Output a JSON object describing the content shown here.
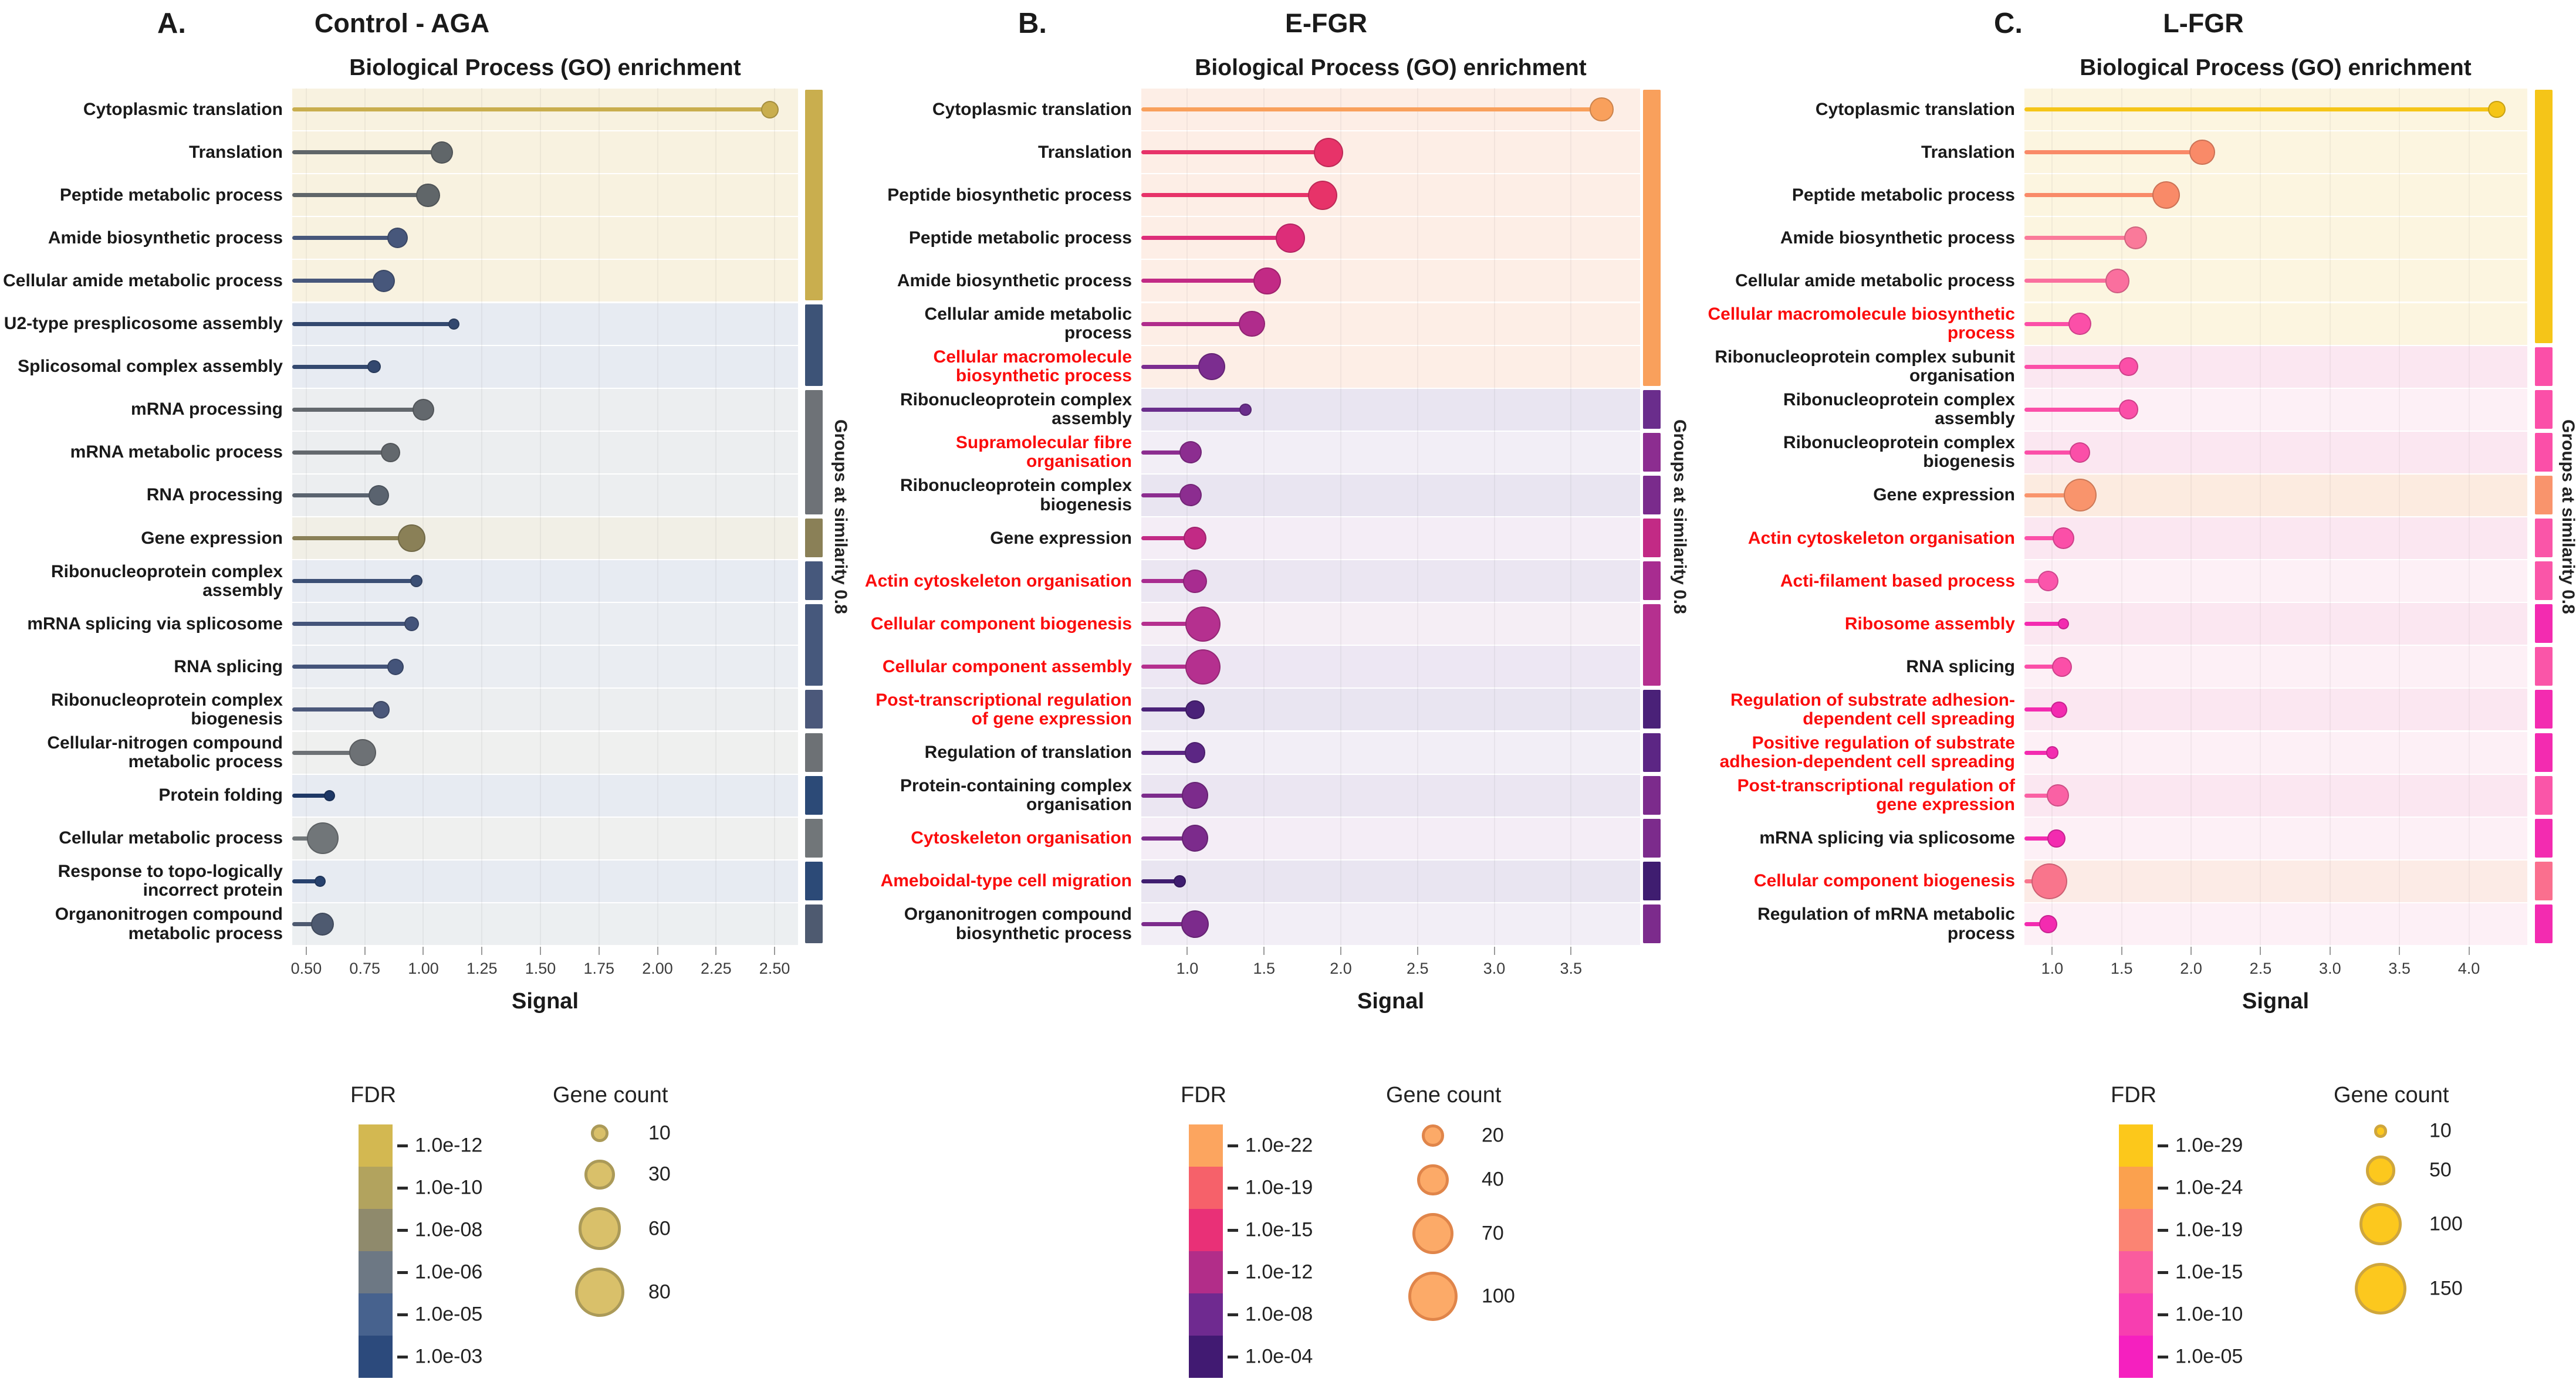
{
  "chart_data": [
    {
      "type": "lollipop",
      "panel_letter": "A.",
      "panel_title": "Control - AGA",
      "title": "Biological Process (GO) enrichment",
      "xlabel": "Signal",
      "right_axis_label": "Groups at similarity 0.8",
      "xlim": [
        0.44,
        2.6
      ],
      "xticks": [
        "0.50",
        "0.75",
        "1.00",
        "1.25",
        "1.50",
        "1.75",
        "2.00",
        "2.25",
        "2.50"
      ],
      "grid": true,
      "legend_position": "bottom",
      "dot_scale": 6.0,
      "legend_fdr": {
        "title": "FDR",
        "entries": [
          {
            "label": "1.0e-12",
            "color": "#d3b851"
          },
          {
            "label": "1.0e-10",
            "color": "#b2a35e"
          },
          {
            "label": "1.0e-08",
            "color": "#8f8a6c"
          },
          {
            "label": "1.0e-06",
            "color": "#6d7884"
          },
          {
            "label": "1.0e-05",
            "color": "#47628e"
          },
          {
            "label": "1.0e-03",
            "color": "#2c4a7c"
          }
        ]
      },
      "legend_count": {
        "title": "Gene count",
        "sizes": [
          10,
          30,
          60,
          80
        ],
        "fill": "#d9c06a",
        "stroke": "#ab9a58",
        "bubble_scale": 9.4
      },
      "rows": [
        {
          "label": "Cytoplasmic translation",
          "red": false,
          "signal": 2.48,
          "gene_count": 25,
          "color": "#c9ae4e",
          "band": "#f8f2e0",
          "bar": "#c9ae4e",
          "group": 1
        },
        {
          "label": "Translation",
          "red": false,
          "signal": 1.08,
          "gene_count": 40,
          "color": "#606669",
          "band": "#f8f2e0",
          "bar": "#c9ae4e",
          "group": 1
        },
        {
          "label": "Peptide metabolic process",
          "red": false,
          "signal": 1.02,
          "gene_count": 45,
          "color": "#606669",
          "band": "#f8f2e0",
          "bar": "#c9ae4e",
          "group": 1
        },
        {
          "label": "Amide biosynthetic process",
          "red": false,
          "signal": 0.89,
          "gene_count": 34,
          "color": "#47577b",
          "band": "#f8f2e0",
          "bar": "#c9ae4e",
          "group": 1
        },
        {
          "label": "Cellular amide metabolic process",
          "red": false,
          "signal": 0.83,
          "gene_count": 40,
          "color": "#47577b",
          "band": "#f8f2e0",
          "bar": "#c9ae4e",
          "group": 1
        },
        {
          "label": "U2-type presplicosome assembly",
          "red": false,
          "signal": 1.13,
          "gene_count": 10,
          "color": "#33486f",
          "band": "#e7ebf2",
          "bar": "#3d5377",
          "group": 2
        },
        {
          "label": "Splicosomal complex assembly",
          "red": false,
          "signal": 0.79,
          "gene_count": 14,
          "color": "#33486f",
          "band": "#e7ebf2",
          "bar": "#3d5377",
          "group": 2
        },
        {
          "label": "mRNA processing",
          "red": false,
          "signal": 1.0,
          "gene_count": 38,
          "color": "#63686d",
          "band": "#eceef0",
          "bar": "#6e7277",
          "group": 3
        },
        {
          "label": "mRNA metabolic process",
          "red": false,
          "signal": 0.86,
          "gene_count": 30,
          "color": "#63686d",
          "band": "#eceef0",
          "bar": "#6e7277",
          "group": 3
        },
        {
          "label": "RNA processing",
          "red": false,
          "signal": 0.81,
          "gene_count": 34,
          "color": "#5a636f",
          "band": "#eceef0",
          "bar": "#6e7277",
          "group": 3
        },
        {
          "label": "Gene expression",
          "red": false,
          "signal": 0.95,
          "gene_count": 60,
          "color": "#8a8057",
          "band": "#f1efe6",
          "bar": "#8a8057",
          "group": 4
        },
        {
          "label": "Ribonucleoprotein complex assembly",
          "red": false,
          "signal": 0.97,
          "gene_count": 13,
          "color": "#3b4f75",
          "band": "#e7ebf2",
          "bar": "#46587c",
          "group": 5
        },
        {
          "label": "mRNA splicing via splicosome",
          "red": false,
          "signal": 0.95,
          "gene_count": 18,
          "color": "#44547a",
          "band": "#eaedf2",
          "bar": "#46587c",
          "group": 6
        },
        {
          "label": "RNA splicing",
          "red": false,
          "signal": 0.88,
          "gene_count": 22,
          "color": "#44547a",
          "band": "#eaedf2",
          "bar": "#46587c",
          "group": 6
        },
        {
          "label": "Ribonucleoprotein complex biogenesis",
          "red": false,
          "signal": 0.82,
          "gene_count": 24,
          "color": "#4b587a",
          "band": "#eceef0",
          "bar": "#4b587a",
          "group": 7
        },
        {
          "label": "Cellular-nitrogen compound metabolic process",
          "red": false,
          "signal": 0.74,
          "gene_count": 58,
          "color": "#6d7175",
          "band": "#eff0ef",
          "bar": "#6d7175",
          "group": 8
        },
        {
          "label": "Protein folding",
          "red": false,
          "signal": 0.6,
          "gene_count": 10,
          "color": "#1e3866",
          "band": "#e7ebf2",
          "bar": "#2c4a77",
          "group": 9
        },
        {
          "label": "Cellular metabolic process",
          "red": false,
          "signal": 0.57,
          "gene_count": 80,
          "color": "#717679",
          "band": "#eff0ef",
          "bar": "#717679",
          "group": 10
        },
        {
          "label": "Response to topo-logically incorrect protein",
          "red": false,
          "signal": 0.56,
          "gene_count": 10,
          "color": "#27416e",
          "band": "#e7ebf2",
          "bar": "#2c4a77",
          "group": 11
        },
        {
          "label": "Organonitrogen compound metabolic process",
          "red": false,
          "signal": 0.57,
          "gene_count": 42,
          "color": "#4e5a70",
          "band": "#eceff1",
          "bar": "#4e5a70",
          "group": 12
        }
      ]
    },
    {
      "type": "lollipop",
      "panel_letter": "B.",
      "panel_title": "E-FGR",
      "title": "Biological Process (GO) enrichment",
      "xlabel": "Signal",
      "right_axis_label": "Groups at similarity 0.8",
      "xlim": [
        0.7,
        3.95
      ],
      "xticks": [
        "1.0",
        "1.5",
        "2.0",
        "2.5",
        "3.0",
        "3.5"
      ],
      "grid": true,
      "legend_position": "bottom",
      "dot_scale": 6.0,
      "legend_fdr": {
        "title": "FDR",
        "entries": [
          {
            "label": "1.0e-22",
            "color": "#fca55f"
          },
          {
            "label": "1.0e-19",
            "color": "#f6616a"
          },
          {
            "label": "1.0e-15",
            "color": "#e93077"
          },
          {
            "label": "1.0e-12",
            "color": "#b22d89"
          },
          {
            "label": "1.0e-08",
            "color": "#6f2a90"
          },
          {
            "label": "1.0e-04",
            "color": "#411a72"
          }
        ]
      },
      "legend_count": {
        "title": "Gene count",
        "sizes": [
          20,
          40,
          70,
          100
        ],
        "fill": "#fcaa68",
        "stroke": "#e0854a",
        "bubble_scale": 8.4
      },
      "rows": [
        {
          "label": "Cytoplasmic translation",
          "red": false,
          "signal": 3.7,
          "gene_count": 45,
          "color": "#f9a05c",
          "band": "#fdeee6",
          "bar": "#f9a05c",
          "group": 1
        },
        {
          "label": "Translation",
          "red": false,
          "signal": 1.92,
          "gene_count": 70,
          "color": "#e73369",
          "band": "#fdeee6",
          "bar": "#f9a05c",
          "group": 1
        },
        {
          "label": "Peptide biosynthetic process",
          "red": false,
          "signal": 1.88,
          "gene_count": 70,
          "color": "#e73369",
          "band": "#fdeee6",
          "bar": "#f9a05c",
          "group": 1
        },
        {
          "label": "Peptide metabolic process",
          "red": false,
          "signal": 1.67,
          "gene_count": 70,
          "color": "#dd2d79",
          "band": "#fdeee6",
          "bar": "#f9a05c",
          "group": 1
        },
        {
          "label": "Amide biosynthetic process",
          "red": false,
          "signal": 1.52,
          "gene_count": 60,
          "color": "#c22a85",
          "band": "#fdeee6",
          "bar": "#f9a05c",
          "group": 1
        },
        {
          "label": "Cellular amide metabolic process",
          "red": false,
          "signal": 1.42,
          "gene_count": 55,
          "color": "#b02c8c",
          "band": "#fdeee6",
          "bar": "#f9a05c",
          "group": 1
        },
        {
          "label": "Cellular macromolecule biosynthetic process",
          "red": true,
          "signal": 1.16,
          "gene_count": 58,
          "color": "#7c2d90",
          "band": "#fdeee6",
          "bar": "#f9a05c",
          "group": 1
        },
        {
          "label": "Ribonucleoprotein complex assembly",
          "red": false,
          "signal": 1.38,
          "gene_count": 12,
          "color": "#6a2d8c",
          "band": "#e9e5f1",
          "bar": "#6a2d8c",
          "group": 2
        },
        {
          "label": "Supramolecular fibre organisation",
          "red": true,
          "signal": 1.02,
          "gene_count": 40,
          "color": "#8c2d90",
          "band": "#f2eef6",
          "bar": "#8c2d90",
          "group": 3
        },
        {
          "label": "Ribonucleoprotein complex biogenesis",
          "red": false,
          "signal": 1.02,
          "gene_count": 40,
          "color": "#8c2d90",
          "band": "#e9e5f1",
          "bar": "#7a2b8c",
          "group": 4
        },
        {
          "label": "Gene expression",
          "red": false,
          "signal": 1.05,
          "gene_count": 42,
          "color": "#c22a85",
          "band": "#f4edf6",
          "bar": "#c22a85",
          "group": 5
        },
        {
          "label": "Actin cytoskeleton organisation",
          "red": true,
          "signal": 1.05,
          "gene_count": 45,
          "color": "#a82c90",
          "band": "#ebe6f2",
          "bar": "#a82c90",
          "group": 6
        },
        {
          "label": "Cellular component biogenesis",
          "red": true,
          "signal": 1.1,
          "gene_count": 100,
          "color": "#b5308f",
          "band": "#f5eef5",
          "bar": "#b5308f",
          "group": 7
        },
        {
          "label": "Cellular component assembly",
          "red": true,
          "signal": 1.1,
          "gene_count": 100,
          "color": "#b5308f",
          "band": "#ede7f3",
          "bar": "#b5308f",
          "group": 7
        },
        {
          "label": "Post-transcriptional regulation of gene expression",
          "red": true,
          "signal": 1.05,
          "gene_count": 30,
          "color": "#4a2178",
          "band": "#e9e5f1",
          "bar": "#4a2178",
          "group": 8
        },
        {
          "label": "Regulation of translation",
          "red": false,
          "signal": 1.05,
          "gene_count": 35,
          "color": "#5c2684",
          "band": "#f2eef6",
          "bar": "#5c2684",
          "group": 9
        },
        {
          "label": "Protein-containing complex organisation",
          "red": false,
          "signal": 1.05,
          "gene_count": 58,
          "color": "#7c2b8c",
          "band": "#ebe6f2",
          "bar": "#7c2b8c",
          "group": 10
        },
        {
          "label": "Cytoskeleton organisation",
          "red": true,
          "signal": 1.05,
          "gene_count": 58,
          "color": "#7c2b8c",
          "band": "#f4edf6",
          "bar": "#7c2b8c",
          "group": 11
        },
        {
          "label": "Ameboidal-type cell migration",
          "red": true,
          "signal": 0.95,
          "gene_count": 12,
          "color": "#3f1d70",
          "band": "#e9e5f1",
          "bar": "#3f1d70",
          "group": 12
        },
        {
          "label": "Organonitrogen compound biosynthetic process",
          "red": false,
          "signal": 1.05,
          "gene_count": 62,
          "color": "#7c2b8c",
          "band": "#f2eef6",
          "bar": "#7c2b8c",
          "group": 13
        }
      ]
    },
    {
      "type": "lollipop",
      "panel_letter": "C.",
      "panel_title": "L-FGR",
      "title": "Biological Process (GO) enrichment",
      "xlabel": "Signal",
      "right_axis_label": "Groups at similarity 0.8",
      "xlim": [
        0.8,
        4.42
      ],
      "xticks": [
        "1.0",
        "1.5",
        "2.0",
        "2.5",
        "3.0",
        "3.5",
        "4.0"
      ],
      "grid": true,
      "legend_position": "bottom",
      "dot_scale": 5.6,
      "legend_fdr": {
        "title": "FDR",
        "entries": [
          {
            "label": "1.0e-29",
            "color": "#fcc81b"
          },
          {
            "label": "1.0e-24",
            "color": "#fba14e"
          },
          {
            "label": "1.0e-19",
            "color": "#fb8473"
          },
          {
            "label": "1.0e-15",
            "color": "#fa5c9e"
          },
          {
            "label": "1.0e-10",
            "color": "#f73eb0"
          },
          {
            "label": "1.0e-05",
            "color": "#f520bf"
          }
        ]
      },
      "legend_count": {
        "title": "Gene count",
        "sizes": [
          10,
          50,
          100,
          150
        ],
        "fill": "#fcc81e",
        "stroke": "#cfa63c",
        "bubble_scale": 7.2
      },
      "rows": [
        {
          "label": "Cytoplasmic translation",
          "red": false,
          "signal": 4.2,
          "gene_count": 28,
          "color": "#f5c518",
          "band": "#fcf5e0",
          "bar": "#f5c518",
          "group": 1
        },
        {
          "label": "Translation",
          "red": false,
          "signal": 2.08,
          "gene_count": 60,
          "color": "#f98a68",
          "band": "#fcf5e0",
          "bar": "#f5c518",
          "group": 1
        },
        {
          "label": "Peptide metabolic process",
          "red": false,
          "signal": 1.82,
          "gene_count": 70,
          "color": "#f98a68",
          "band": "#fcf5e0",
          "bar": "#f5c518",
          "group": 1
        },
        {
          "label": "Amide biosynthetic process",
          "red": false,
          "signal": 1.6,
          "gene_count": 48,
          "color": "#fa7a9a",
          "band": "#fcf5e0",
          "bar": "#f5c518",
          "group": 1
        },
        {
          "label": "Cellular amide metabolic process",
          "red": false,
          "signal": 1.47,
          "gene_count": 55,
          "color": "#fa6f9e",
          "band": "#fcf5e0",
          "bar": "#f5c518",
          "group": 1
        },
        {
          "label": "Cellular macromolecule biosynthetic process",
          "red": true,
          "signal": 1.2,
          "gene_count": 48,
          "color": "#fb4fa8",
          "band": "#fcf5e0",
          "bar": "#f5c518",
          "group": 1
        },
        {
          "label": "Ribonucleoprotein complex subunit organisation",
          "red": false,
          "signal": 1.55,
          "gene_count": 34,
          "color": "#fb4fa8",
          "band": "#fbe7f1",
          "bar": "#fb4fa8",
          "group": 2
        },
        {
          "label": "Ribonucleoprotein complex assembly",
          "red": false,
          "signal": 1.55,
          "gene_count": 36,
          "color": "#fb4fa8",
          "band": "#fdf0f6",
          "bar": "#fb4fa8",
          "group": 3
        },
        {
          "label": "Ribonucleoprotein complex biogenesis",
          "red": false,
          "signal": 1.2,
          "gene_count": 40,
          "color": "#fb4fa8",
          "band": "#fbe7f1",
          "bar": "#fb4fa8",
          "group": 4
        },
        {
          "label": "Gene expression",
          "red": false,
          "signal": 1.2,
          "gene_count": 100,
          "color": "#f9946c",
          "band": "#fcebe0",
          "bar": "#f9946c",
          "group": 5
        },
        {
          "label": "Actin cytoskeleton organisation",
          "red": true,
          "signal": 1.08,
          "gene_count": 45,
          "color": "#fb4fa8",
          "band": "#fbe7f1",
          "bar": "#fa55a8",
          "group": 6
        },
        {
          "label": "Acti-filament based process",
          "red": true,
          "signal": 0.97,
          "gene_count": 40,
          "color": "#fb55ab",
          "band": "#fdf0f6",
          "bar": "#fa55a8",
          "group": 7
        },
        {
          "label": "Ribosome assembly",
          "red": true,
          "signal": 1.08,
          "gene_count": 12,
          "color": "#f32bb0",
          "band": "#fbe7f1",
          "bar": "#f32bb0",
          "group": 8
        },
        {
          "label": "RNA splicing",
          "red": false,
          "signal": 1.07,
          "gene_count": 38,
          "color": "#fb4fa8",
          "band": "#fdf0f6",
          "bar": "#fa55a8",
          "group": 9
        },
        {
          "label": "Regulation of substrate adhesion-dependent cell spreading",
          "red": true,
          "signal": 1.05,
          "gene_count": 24,
          "color": "#f32bb0",
          "band": "#fbe7f1",
          "bar": "#f32bb0",
          "group": 10
        },
        {
          "label": "Positive regulation of substrate adhesion-dependent cell spreading",
          "red": true,
          "signal": 1.0,
          "gene_count": 15,
          "color": "#f32bb0",
          "band": "#fdf0f6",
          "bar": "#f32bb0",
          "group": 11
        },
        {
          "label": "Post-transcriptional regulation of gene expression",
          "red": true,
          "signal": 1.04,
          "gene_count": 45,
          "color": "#fa61a4",
          "band": "#fbe7f1",
          "bar": "#fa55a8",
          "group": 12
        },
        {
          "label": "mRNA splicing via splicosome",
          "red": false,
          "signal": 1.03,
          "gene_count": 30,
          "color": "#f32bb0",
          "band": "#fdf0f6",
          "bar": "#f32bb0",
          "group": 13
        },
        {
          "label": "Cellular component biogenesis",
          "red": true,
          "signal": 0.98,
          "gene_count": 120,
          "color": "#f9758c",
          "band": "#fcebe6",
          "bar": "#fa6f8e",
          "group": 14
        },
        {
          "label": "Regulation of mRNA metabolic process",
          "red": false,
          "signal": 0.97,
          "gene_count": 30,
          "color": "#f32bb0",
          "band": "#fdf0f6",
          "bar": "#f32bb0",
          "group": 15
        }
      ]
    }
  ]
}
